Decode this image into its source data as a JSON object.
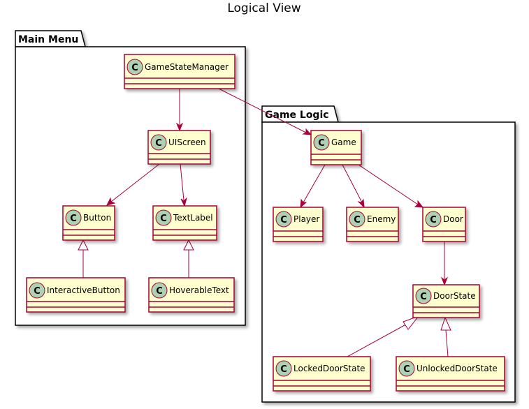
{
  "title": "Logical View",
  "colors": {
    "class_fill": "#FEFECE",
    "class_border": "#A80036",
    "badge_fill": "#ADD1B2",
    "edge": "#A80036"
  },
  "packages": {
    "main_menu": {
      "label": "Main Menu"
    },
    "game_logic": {
      "label": "Game Logic"
    }
  },
  "classes": {
    "game_state_manager": {
      "name": "GameStateManager",
      "stereotype": "C"
    },
    "ui_screen": {
      "name": "UIScreen",
      "stereotype": "C"
    },
    "button": {
      "name": "Button",
      "stereotype": "C"
    },
    "text_label": {
      "name": "TextLabel",
      "stereotype": "C"
    },
    "interactive_button": {
      "name": "InteractiveButton",
      "stereotype": "C"
    },
    "hoverable_text": {
      "name": "HoverableText",
      "stereotype": "C"
    },
    "game": {
      "name": "Game",
      "stereotype": "C"
    },
    "player": {
      "name": "Player",
      "stereotype": "C"
    },
    "enemy": {
      "name": "Enemy",
      "stereotype": "C"
    },
    "door": {
      "name": "Door",
      "stereotype": "C"
    },
    "door_state": {
      "name": "DoorState",
      "stereotype": "C"
    },
    "locked_door_state": {
      "name": "LockedDoorState",
      "stereotype": "C"
    },
    "unlocked_door_state": {
      "name": "UnlockedDoorState",
      "stereotype": "C"
    }
  },
  "relations": [
    {
      "from": "GameStateManager",
      "to": "UIScreen",
      "kind": "association"
    },
    {
      "from": "GameStateManager",
      "to": "Game",
      "kind": "association"
    },
    {
      "from": "UIScreen",
      "to": "Button",
      "kind": "association"
    },
    {
      "from": "UIScreen",
      "to": "TextLabel",
      "kind": "association"
    },
    {
      "from": "InteractiveButton",
      "to": "Button",
      "kind": "inheritance"
    },
    {
      "from": "HoverableText",
      "to": "TextLabel",
      "kind": "inheritance"
    },
    {
      "from": "Game",
      "to": "Player",
      "kind": "association"
    },
    {
      "from": "Game",
      "to": "Enemy",
      "kind": "association"
    },
    {
      "from": "Game",
      "to": "Door",
      "kind": "association"
    },
    {
      "from": "Door",
      "to": "DoorState",
      "kind": "association"
    },
    {
      "from": "LockedDoorState",
      "to": "DoorState",
      "kind": "inheritance"
    },
    {
      "from": "UnlockedDoorState",
      "to": "DoorState",
      "kind": "inheritance"
    }
  ]
}
